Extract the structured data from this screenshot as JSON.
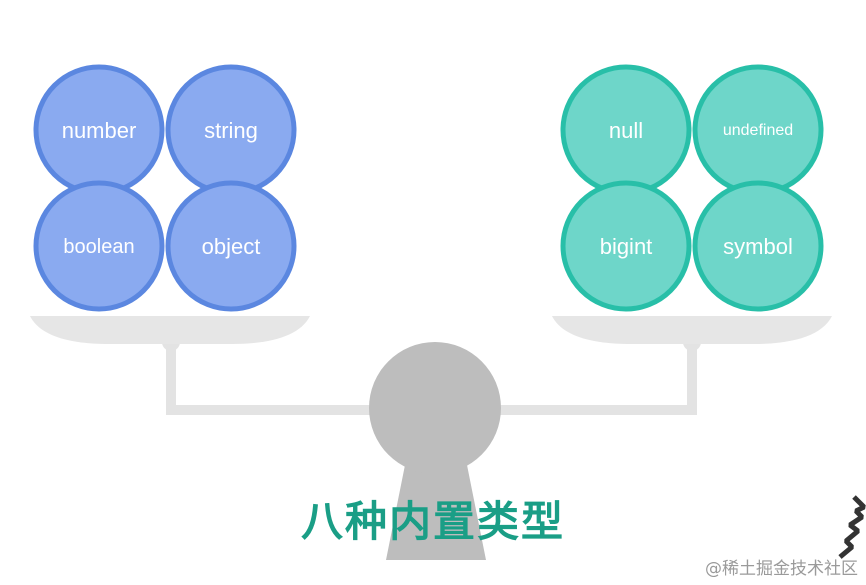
{
  "title": "八种内置类型",
  "watermark": "@稀土掘金技术社区",
  "colors": {
    "left_fill": "#8aaaf0",
    "left_stroke": "#5b87e0",
    "right_fill": "#6ed6c9",
    "right_stroke": "#28bfa8",
    "scale": "#e6e6e6",
    "pillar": "#bdbdbd",
    "title": "#1a9e86"
  },
  "left_group": {
    "items": [
      {
        "label": "number"
      },
      {
        "label": "string"
      },
      {
        "label": "boolean"
      },
      {
        "label": "object"
      }
    ]
  },
  "right_group": {
    "items": [
      {
        "label": "null"
      },
      {
        "label": "undefined"
      },
      {
        "label": "bigint"
      },
      {
        "label": "symbol"
      }
    ]
  }
}
